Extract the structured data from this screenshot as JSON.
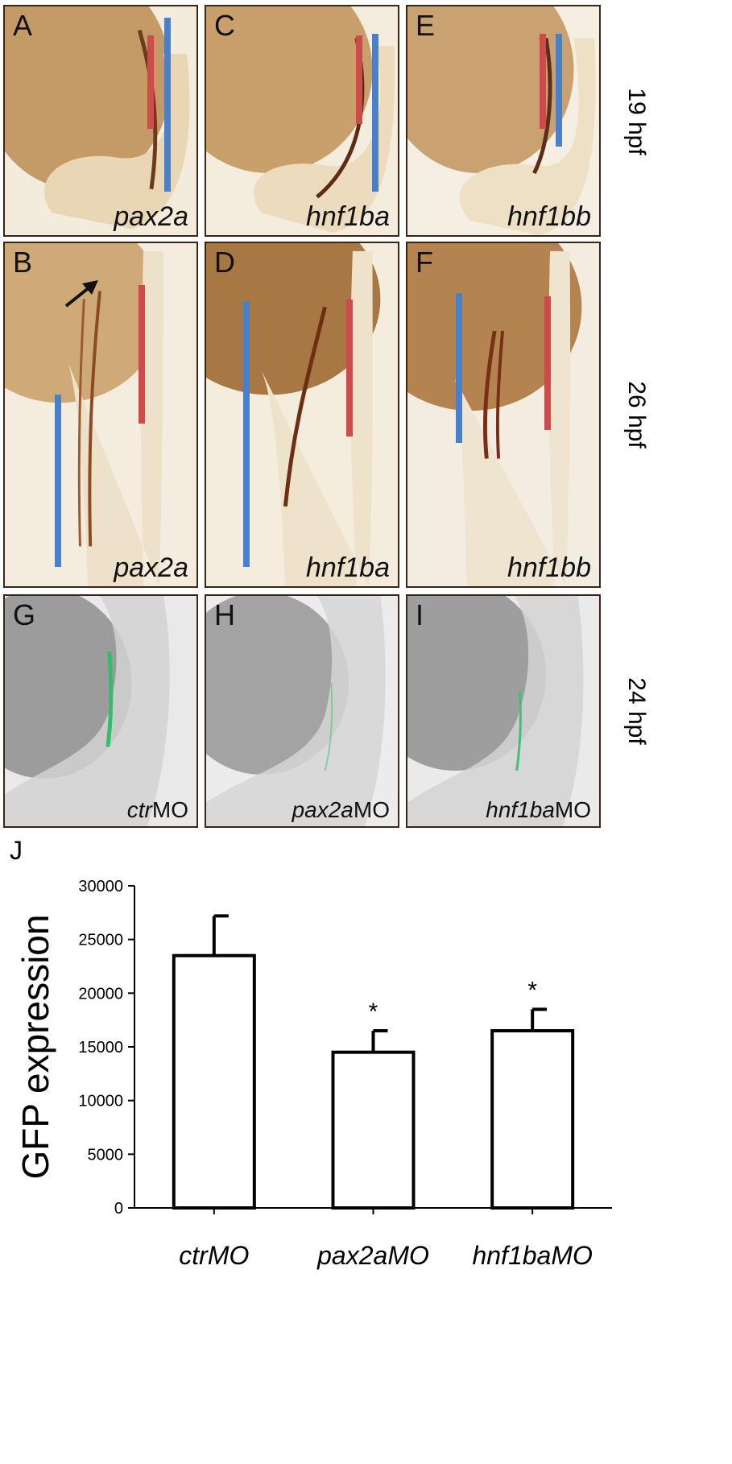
{
  "panels_top": [
    {
      "id": "A",
      "gene": "pax2a"
    },
    {
      "id": "C",
      "gene": "hnf1ba"
    },
    {
      "id": "E",
      "gene": "hnf1bb"
    }
  ],
  "panels_mid": [
    {
      "id": "B",
      "gene": "pax2a"
    },
    {
      "id": "D",
      "gene": "hnf1ba"
    },
    {
      "id": "F",
      "gene": "hnf1bb"
    }
  ],
  "panels_bot": [
    {
      "id": "G",
      "mo_italic": "ctr",
      "mo_suffix": "MO"
    },
    {
      "id": "H",
      "mo_italic": "pax2a",
      "mo_suffix": "MO"
    },
    {
      "id": "I",
      "mo_italic": "hnf1ba",
      "mo_suffix": "MO"
    }
  ],
  "stages": [
    "19 hpf",
    "26 hpf",
    "24 hpf"
  ],
  "colors": {
    "red_bar": "#cf4b4b",
    "blue_bar": "#4a7fc9",
    "embryo": "#b98a55",
    "yolk": "#8f5a2e"
  },
  "chart_label": "J",
  "chart_data": {
    "type": "bar",
    "categories": [
      "ctrMO",
      "pax2aMO",
      "hnf1baMO"
    ],
    "values": [
      23500,
      14500,
      16500
    ],
    "errors": [
      3700,
      2000,
      2000
    ],
    "significance": [
      "",
      "*",
      "*"
    ],
    "ylabel": "GFP expression",
    "xlabel": "",
    "ylim": [
      0,
      30000
    ],
    "yticks": [
      "0",
      "5000",
      "10000",
      "15000",
      "20000",
      "25000",
      "30000"
    ]
  }
}
